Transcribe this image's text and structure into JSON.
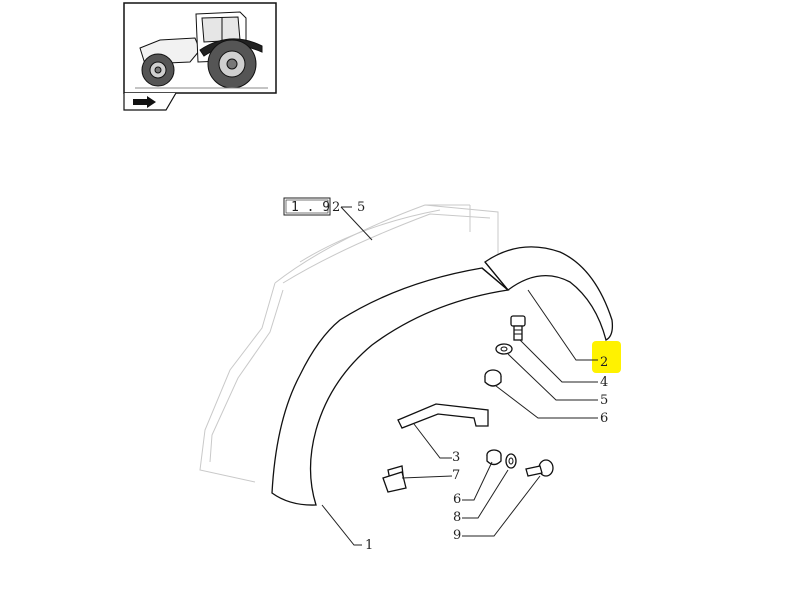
{
  "thumbnail": {
    "icon": "tractor-icon",
    "nav_icon": "arrow-flag-icon"
  },
  "reference": {
    "text": "1 . 9"
  },
  "callouts": [
    {
      "id": "ref-suffix-2",
      "text": "2"
    },
    {
      "id": "ref-suffix-5",
      "text": "5"
    },
    {
      "id": "part-2",
      "text": "2"
    },
    {
      "id": "part-4",
      "text": "4"
    },
    {
      "id": "part-5",
      "text": "5"
    },
    {
      "id": "part-6a",
      "text": "6"
    },
    {
      "id": "part-3",
      "text": "3"
    },
    {
      "id": "part-7",
      "text": "7"
    },
    {
      "id": "part-6b",
      "text": "6"
    },
    {
      "id": "part-8",
      "text": "8"
    },
    {
      "id": "part-9",
      "text": "9"
    },
    {
      "id": "part-1",
      "text": "1"
    }
  ],
  "highlight_color": "#fff200"
}
